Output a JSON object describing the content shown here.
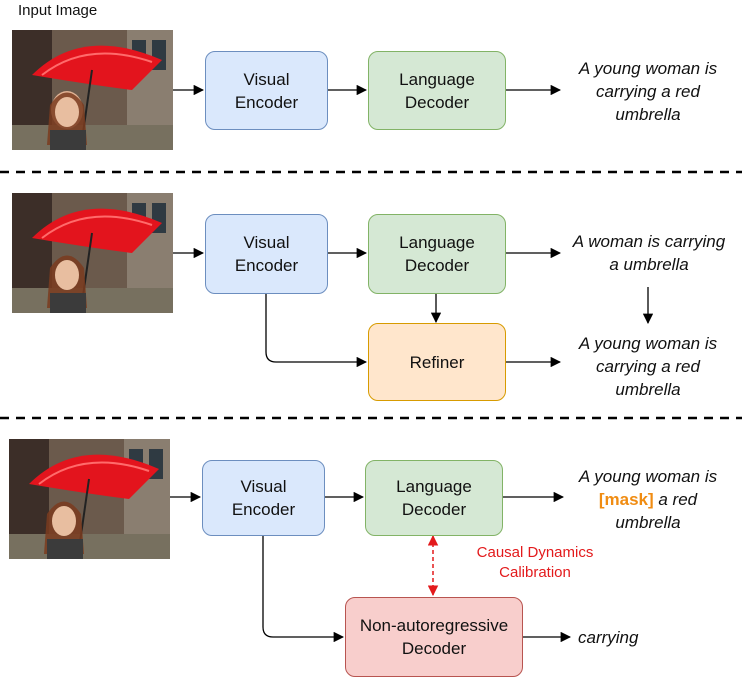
{
  "input_label": "Input Image",
  "row1": {
    "encoder": [
      "Visual",
      "Encoder"
    ],
    "decoder": [
      "Language",
      "Decoder"
    ],
    "caption": [
      "A young woman is",
      "carrying a red",
      "umbrella"
    ]
  },
  "row2": {
    "encoder": [
      "Visual",
      "Encoder"
    ],
    "decoder": [
      "Language",
      "Decoder"
    ],
    "refiner": "Refiner",
    "draft_caption": [
      "A woman is carrying",
      "a umbrella"
    ],
    "refined_caption": [
      "A young woman is",
      "carrying a red",
      "umbrella"
    ]
  },
  "row3": {
    "encoder": [
      "Visual",
      "Encoder"
    ],
    "decoder": [
      "Language",
      "Decoder"
    ],
    "nar_decoder": [
      "Non-autoregressive",
      "Decoder"
    ],
    "caption_line1": "A young woman is",
    "mask_token": "[mask]",
    "caption_line2_rest": " a red",
    "caption_line3": "umbrella",
    "calibration": [
      "Causal Dynamics",
      "Calibration"
    ],
    "nar_output": "carrying"
  },
  "colors": {
    "encoder_fill": "#dae8fc",
    "decoder_fill": "#d5e8d4",
    "refiner_fill": "#ffe6cc",
    "nar_fill": "#f8cecc",
    "calibration": "#e31a1c",
    "mask": "#f08c12"
  }
}
